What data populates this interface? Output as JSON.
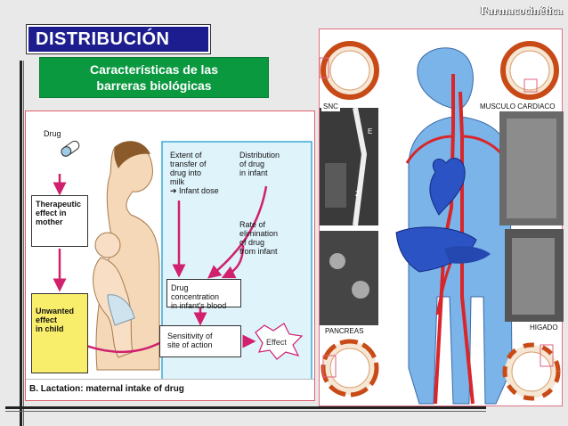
{
  "header": {
    "corner_title": "Farmacocinética"
  },
  "slide": {
    "title": "DISTRIBUCIÓN",
    "subtitle_line1": "Características de las",
    "subtitle_line2": "barreras biológicas"
  },
  "left_figure": {
    "drug": "Drug",
    "therapeutic": [
      "Therapeutic",
      "effect in",
      "mother"
    ],
    "unwanted": [
      "Unwanted",
      "effect",
      "in child"
    ],
    "extent": [
      "Extent of",
      "transfer of",
      "drug into",
      "milk"
    ],
    "infant_dose": "➔ Infant dose",
    "distribution": [
      "Distribution",
      "of drug",
      "in infant"
    ],
    "rate": [
      "Rate of",
      "elimination",
      "of drug",
      "from infant"
    ],
    "concentration": [
      "Drug concentration",
      "in infant's blood"
    ],
    "sensitivity": [
      "Sensitivity of",
      "site of action"
    ],
    "effect": "Effect",
    "caption": "B. Lactation: maternal intake of drug"
  },
  "right_figure": {
    "snc": "SNC",
    "musculo": "MUSCULO CARDIACO",
    "pancreas": "PANCREAS",
    "higado": "HIGADO",
    "mark_e": "E",
    "mark_z": "Z"
  },
  "colors": {
    "title_bg": "#1d1d8f",
    "subtitle_bg": "#0b9940",
    "arrow": "#d0206e",
    "blue_box": "#dff3fb"
  }
}
